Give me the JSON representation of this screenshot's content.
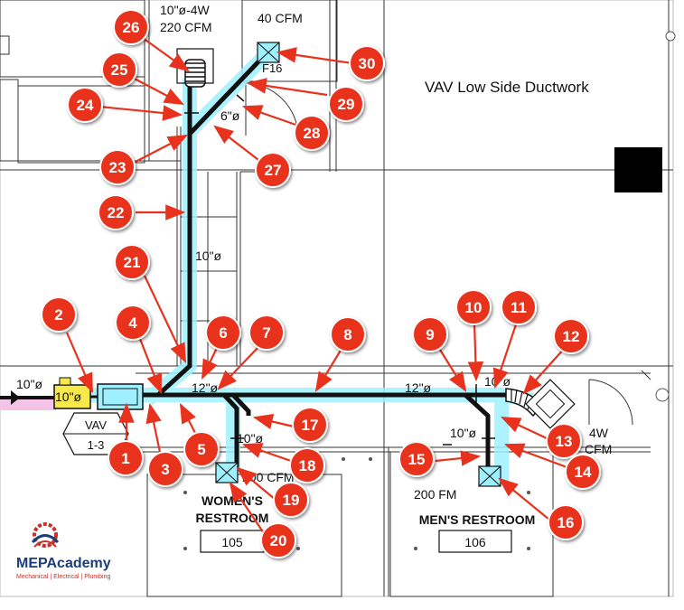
{
  "title": "VAV Low Side Ductwork",
  "labels": {
    "l_10_4w": "10\"ø-4W",
    "l_220cfm": "220 CFM",
    "l_40cfm": "40 CFM",
    "l_f16": "F16",
    "l_6dia": "6\"ø",
    "l_10dia_vertical": "10\"ø",
    "l_10dia_inlet": "10\"ø",
    "l_10dia_vav": "10\"ø",
    "l_vav": "VAV",
    "l_vav_num": "1-3",
    "l_12dia_left": "12\"ø",
    "l_12dia_right": "12\"ø",
    "l_10dia_right": "10\"ø",
    "l_4w": "4W",
    "l_cfm": "CFM",
    "l_10dia_wr": "10\"ø",
    "l_10dia_mr": "10\"ø",
    "l_200cfm_w": "200 CFM",
    "l_200cfm_m": "200 FM",
    "womens": "WOMEN'S",
    "womens2": "RESTROOM",
    "womens_num": "105",
    "mens": "MEN'S RESTROOM",
    "mens_num": "106"
  },
  "logo": {
    "name": "MEPAcademy",
    "tagline": "Mechanical | Electrical | Plumbing"
  },
  "callouts": [
    "1",
    "2",
    "3",
    "4",
    "5",
    "6",
    "7",
    "8",
    "9",
    "10",
    "11",
    "12",
    "13",
    "14",
    "15",
    "16",
    "17",
    "18",
    "19",
    "20",
    "21",
    "22",
    "23",
    "24",
    "25",
    "26",
    "27",
    "28",
    "29",
    "30"
  ]
}
